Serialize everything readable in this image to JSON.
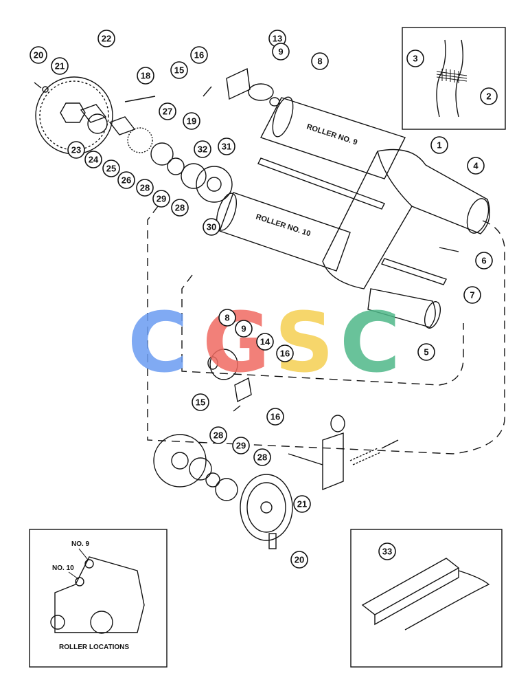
{
  "diagram": {
    "roller_labels": {
      "roller9": "ROLLER NO. 9",
      "roller10": "ROLLER NO. 10"
    },
    "inset_locations": {
      "title": "ROLLER LOCATIONS",
      "no9": "NO. 9",
      "no10": "NO. 10"
    },
    "watermark": {
      "letters": [
        "C",
        "G",
        "S",
        "C"
      ],
      "colors": [
        "#6b9cf2",
        "#f06b62",
        "#f5cf52",
        "#4fb889"
      ]
    },
    "callouts": [
      {
        "id": "c20a",
        "text": "20"
      },
      {
        "id": "c21a",
        "text": "21"
      },
      {
        "id": "c22",
        "text": "22"
      },
      {
        "id": "c18",
        "text": "18"
      },
      {
        "id": "c16a",
        "text": "16"
      },
      {
        "id": "c13",
        "text": "13"
      },
      {
        "id": "c15a",
        "text": "15"
      },
      {
        "id": "c9a",
        "text": "9"
      },
      {
        "id": "c8a",
        "text": "8"
      },
      {
        "id": "c3",
        "text": "3"
      },
      {
        "id": "c2",
        "text": "2"
      },
      {
        "id": "c27",
        "text": "27"
      },
      {
        "id": "c19",
        "text": "19"
      },
      {
        "id": "c1",
        "text": "1"
      },
      {
        "id": "c4",
        "text": "4"
      },
      {
        "id": "c32",
        "text": "32"
      },
      {
        "id": "c31",
        "text": "31"
      },
      {
        "id": "c23",
        "text": "23"
      },
      {
        "id": "c24",
        "text": "24"
      },
      {
        "id": "c25",
        "text": "25"
      },
      {
        "id": "c26",
        "text": "26"
      },
      {
        "id": "c28a",
        "text": "28"
      },
      {
        "id": "c29a",
        "text": "29"
      },
      {
        "id": "c28b",
        "text": "28"
      },
      {
        "id": "c30",
        "text": "30"
      },
      {
        "id": "c6",
        "text": "6"
      },
      {
        "id": "c7",
        "text": "7"
      },
      {
        "id": "c5",
        "text": "5"
      },
      {
        "id": "c8b",
        "text": "8"
      },
      {
        "id": "c9b",
        "text": "9"
      },
      {
        "id": "c14",
        "text": "14"
      },
      {
        "id": "c16b",
        "text": "16"
      },
      {
        "id": "c15b",
        "text": "15"
      },
      {
        "id": "c16c",
        "text": "16"
      },
      {
        "id": "c28c",
        "text": "28"
      },
      {
        "id": "c29b",
        "text": "29"
      },
      {
        "id": "c28d",
        "text": "28"
      },
      {
        "id": "c21b",
        "text": "21"
      },
      {
        "id": "c20b",
        "text": "20"
      },
      {
        "id": "c33",
        "text": "33"
      }
    ]
  }
}
